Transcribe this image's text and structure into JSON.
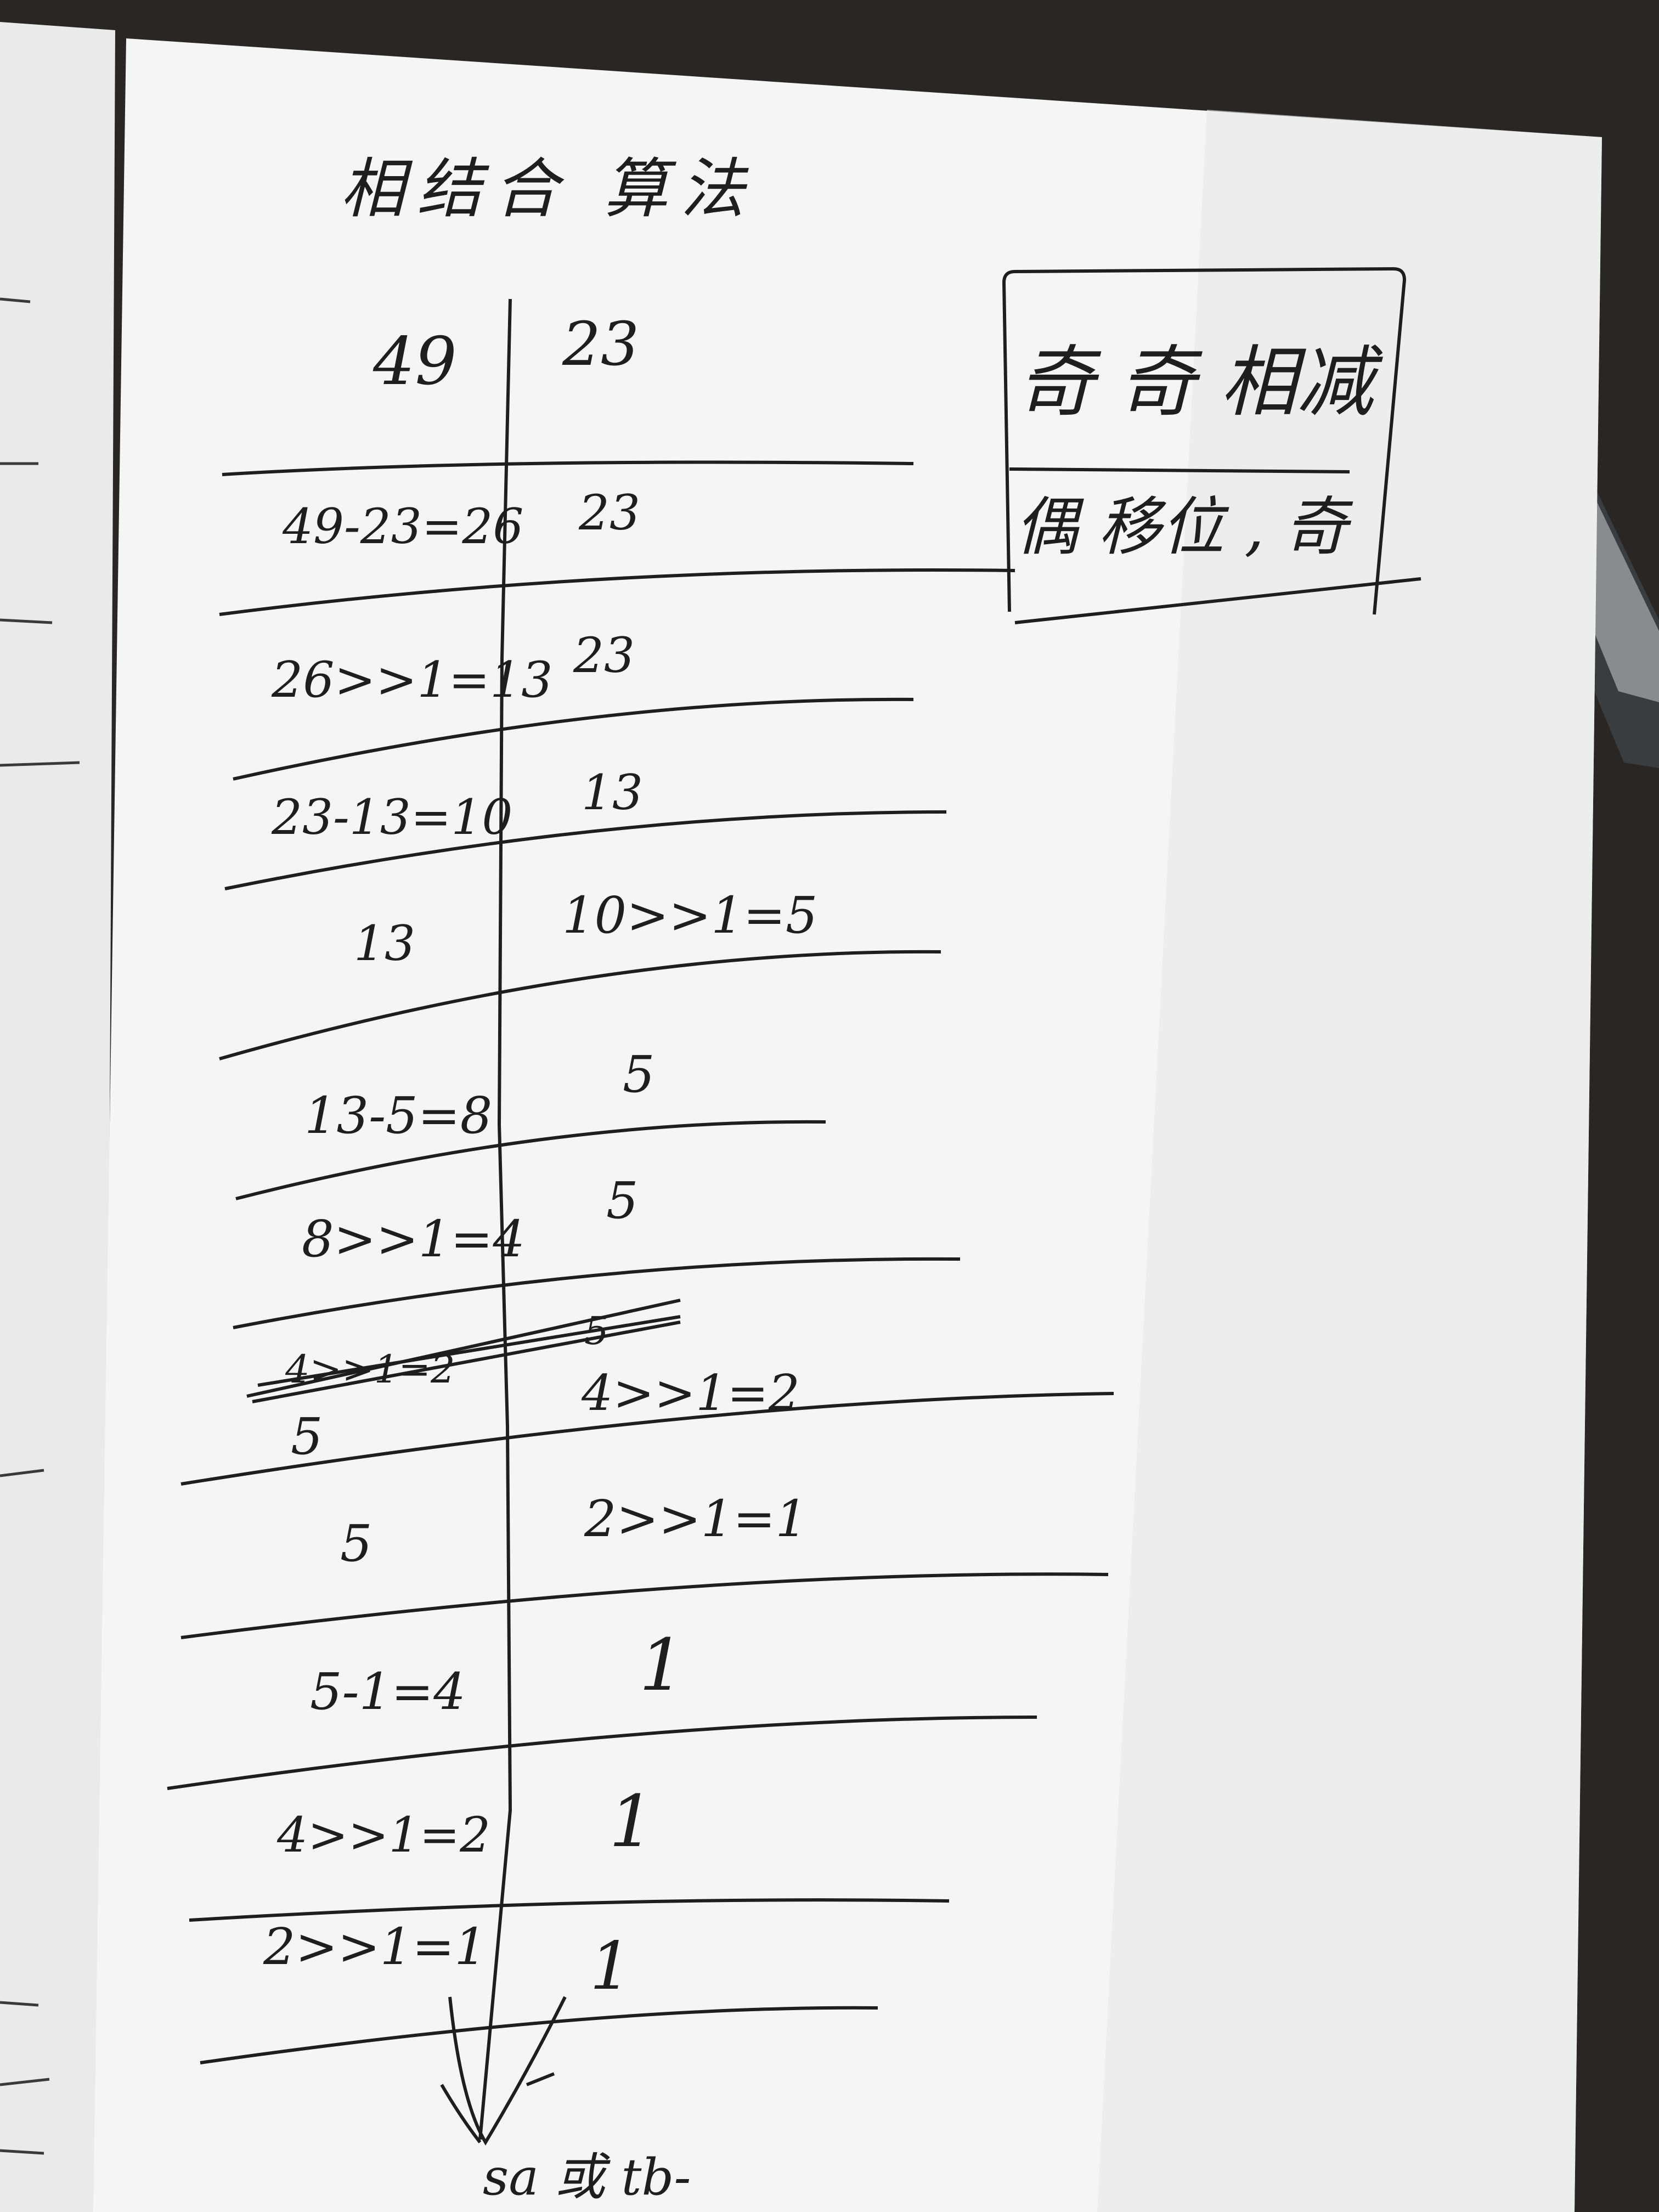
{
  "photo": {
    "subject": "handwritten note on paper",
    "colors": {
      "desk": "#2a2624",
      "paper": "#f4f6f5",
      "paper_shadow": "#d9dcdc",
      "ink": "#1e1d1f",
      "pen_body": "#3a3d40"
    }
  },
  "note": {
    "title": "相结合 算法",
    "rule_box": {
      "line1": "奇 奇 相减",
      "line2": "偶 移位 , 奇"
    },
    "rows": [
      {
        "left": "49",
        "right": "23"
      },
      {
        "left": "49-23=26",
        "right": "23"
      },
      {
        "left": "26>>1=13",
        "right": "23"
      },
      {
        "left": "23-13=10",
        "right": "13"
      },
      {
        "left": "13",
        "right": "10>>1=5"
      },
      {
        "left": "13-5=8",
        "right": "5"
      },
      {
        "left": "8>>1=4",
        "right": "5"
      },
      {
        "left": "4>>1=2",
        "right": "5",
        "struck": true
      },
      {
        "left": "5",
        "right": "4>>1=2"
      },
      {
        "left": "5",
        "right": "2>>1=1"
      },
      {
        "left": "5-1=4",
        "right": "1"
      },
      {
        "left": "4>>1=2",
        "right": "1"
      },
      {
        "left": "2>>1=1",
        "right": "1"
      }
    ],
    "footer": "sa 或 tb-"
  }
}
